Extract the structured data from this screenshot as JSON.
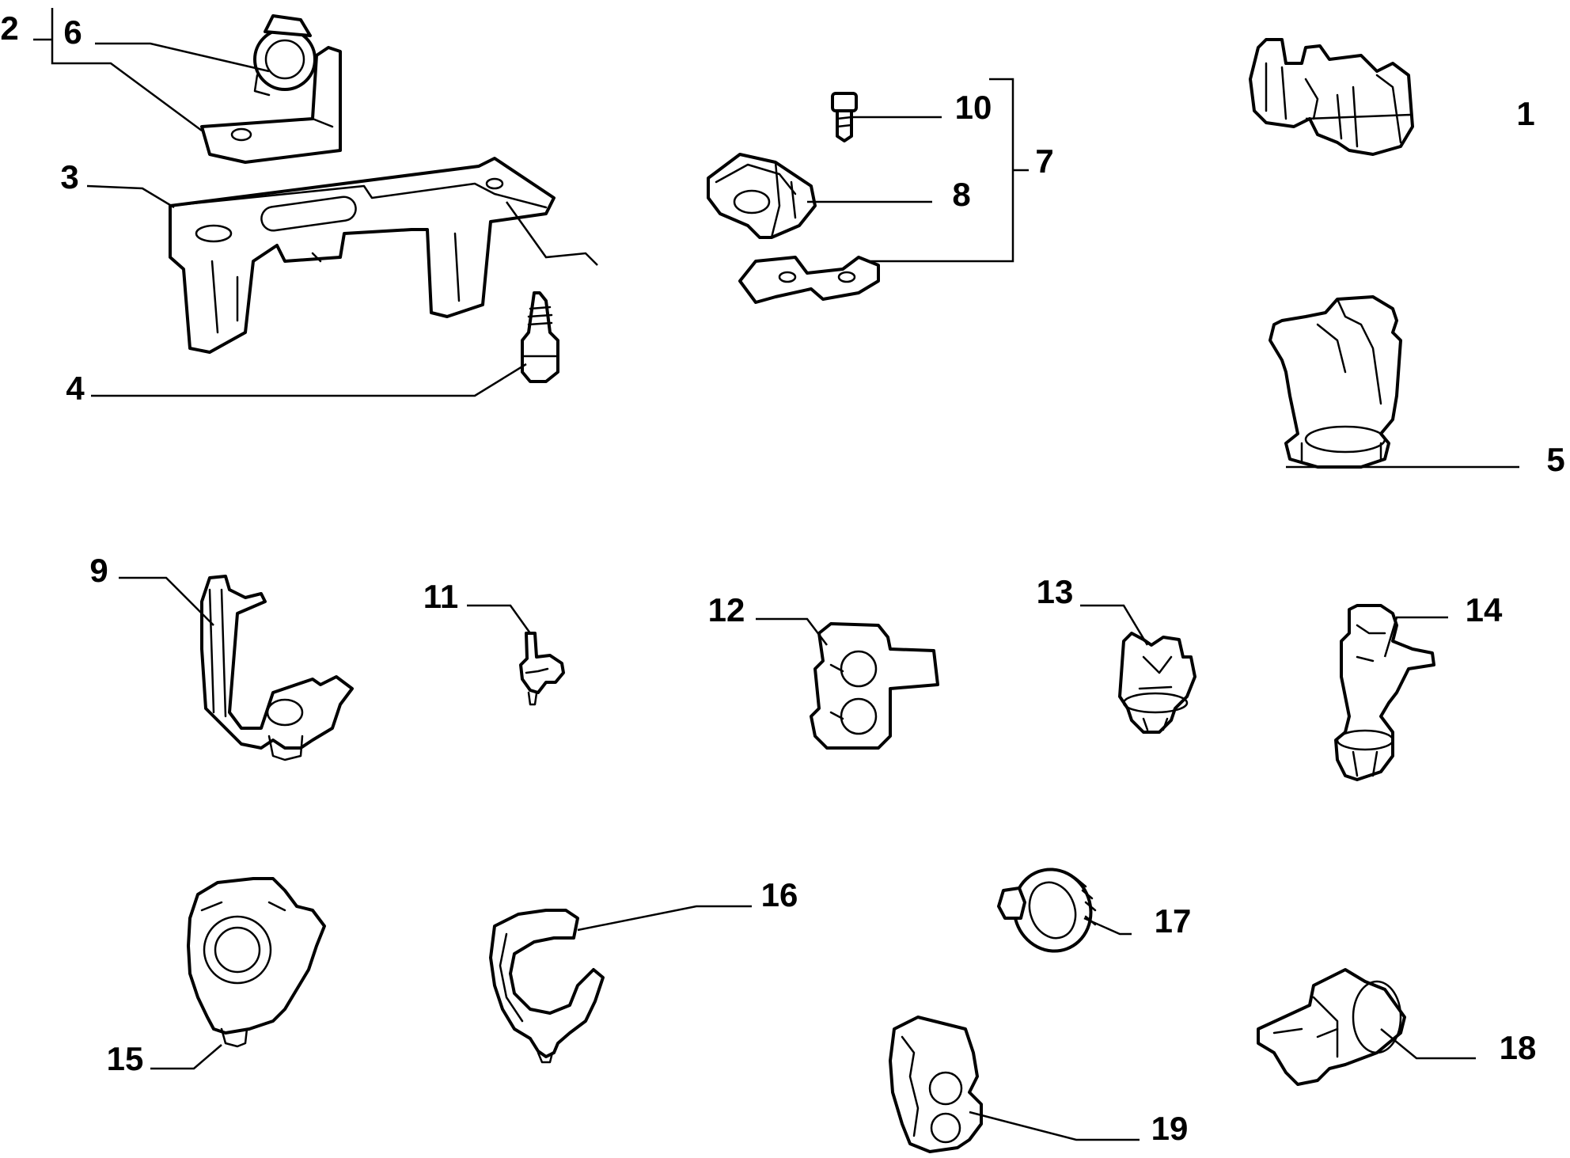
{
  "diagram": {
    "callouts": [
      "1",
      "2",
      "3",
      "4",
      "5",
      "6",
      "7",
      "8",
      "9",
      "10",
      "11",
      "12",
      "13",
      "14",
      "15",
      "16",
      "17",
      "18",
      "19"
    ],
    "line_color": "#000000",
    "background": "#ffffff"
  }
}
